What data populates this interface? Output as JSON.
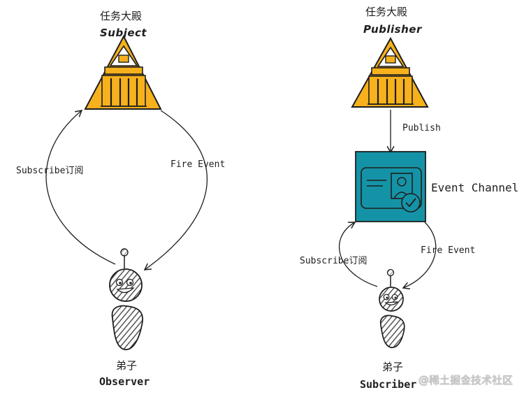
{
  "left": {
    "title_cn": "任务大殿",
    "title_en": "Subject",
    "subscribe_label": "Subscribe订阅",
    "fire_label": "Fire Event",
    "actor_cn": "弟子",
    "actor_en": "Observer"
  },
  "right": {
    "title_cn": "任务大殿",
    "title_en": "Publisher",
    "publish_label": "Publish",
    "channel_label": "Event Channel",
    "subscribe_label": "Subscribe订阅",
    "fire_label": "Fire Event",
    "actor_cn": "弟子",
    "actor_en": "Subcriber"
  },
  "watermark": "@稀土掘金技术社区",
  "colors": {
    "temple_fill": "#f6b11c",
    "stroke": "#1e1e1e",
    "channel_fill": "#1593a6",
    "body_hatch": "#555555"
  }
}
